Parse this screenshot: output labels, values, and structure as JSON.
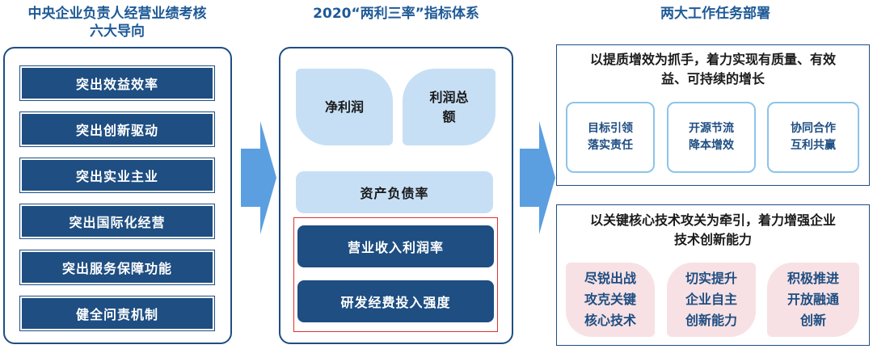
{
  "left": {
    "title_line1": "中央企业负责人经营业绩考核",
    "title_line2": "六大导向",
    "items": [
      "突出效益效率",
      "突出创新驱动",
      "突出实业主业",
      "突出国际化经营",
      "突出服务保障功能",
      "健全问责机制"
    ]
  },
  "middle": {
    "title": "2020“两利三率”指标体系",
    "leaf1": "净利润",
    "leaf2_line1": "利润总",
    "leaf2_line2": "额",
    "pill": "资产负债率",
    "highlight1": "营业收入利润率",
    "highlight2": "研发经费投入强度"
  },
  "right": {
    "title": "两大工作任务部署",
    "top": {
      "line1": "以提质增效为抓手，着力实现有质量、有效",
      "line2": "益、可持续的增长",
      "tasks": [
        {
          "l1": "目标引领",
          "l2": "落实责任"
        },
        {
          "l1": "开源节流",
          "l2": "降本增效"
        },
        {
          "l1": "协同合作",
          "l2": "互利共赢"
        }
      ]
    },
    "bottom": {
      "line1": "以关键核心技术攻关为牵引，着力增强企业",
      "line2": "技术创新能力",
      "tasks": [
        {
          "l1": "尽锐出战",
          "l2": "攻克关键",
          "l3": "核心技术"
        },
        {
          "l1": "切实提升",
          "l2": "企业自主",
          "l3": "创新能力"
        },
        {
          "l1": "积极推进",
          "l2": "开放融通",
          "l3": "创新"
        }
      ]
    }
  },
  "colors": {
    "navy": "#1e4e82",
    "light_blue": "#c6dff5",
    "arrow": "#5b9fe0",
    "pink": "#f7e1e4",
    "red": "#e03030"
  }
}
